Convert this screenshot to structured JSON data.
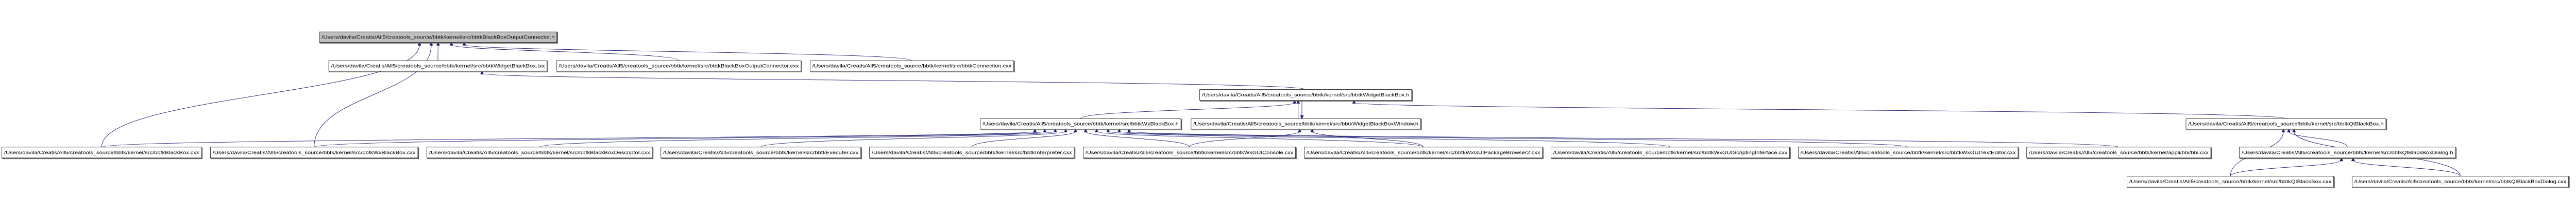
{
  "graph": {
    "type": "include-dependency-graph",
    "colors": {
      "edge": "#191970",
      "root_fill": "#bfbfbf",
      "node_fill": "#ffffff"
    },
    "nodes": [
      {
        "id": "root",
        "label": "/Users/davila/Creatis/All5/creatools_source/bbtk/kernel/src/bbtkBlackBoxOutputConnector.h",
        "root": true
      },
      {
        "id": "widgettxx",
        "label": "/Users/davila/Creatis/All5/creatools_source/bbtk/kernel/src/bbtkWidgetBlackBox.txx"
      },
      {
        "id": "outconncxx",
        "label": "/Users/davila/Creatis/All5/creatools_source/bbtk/kernel/src/bbtkBlackBoxOutputConnector.cxx"
      },
      {
        "id": "conncxx",
        "label": "/Users/davila/Creatis/All5/creatools_source/bbtk/kernel/src/bbtkConnection.cxx"
      },
      {
        "id": "widgeth",
        "label": "/Users/davila/Creatis/All5/creatools_source/bbtk/kernel/src/bbtkWidgetBlackBox.h"
      },
      {
        "id": "wxbbh",
        "label": "/Users/davila/Creatis/All5/creatools_source/bbtk/kernel/src/bbtkWxBlackBox.h"
      },
      {
        "id": "widgetwinh",
        "label": "/Users/davila/Creatis/All5/creatools_source/bbtk/kernel/src/bbtkWidgetBlackBoxWindow.h"
      },
      {
        "id": "qtbbh",
        "label": "/Users/davila/Creatis/All5/creatools_source/bbtk/kernel/src/bbtkQtBlackBox.h"
      },
      {
        "id": "bbcxx",
        "label": "/Users/davila/Creatis/All5/creatools_source/bbtk/kernel/src/bbtkBlackBox.cxx"
      },
      {
        "id": "wxbbcxx",
        "label": "/Users/davila/Creatis/All5/creatools_source/bbtk/kernel/src/bbtkWxBlackBox.cxx"
      },
      {
        "id": "desccxx",
        "label": "/Users/davila/Creatis/All5/creatools_source/bbtk/kernel/src/bbtkBlackBoxDescriptor.cxx"
      },
      {
        "id": "execcxx",
        "label": "/Users/davila/Creatis/All5/creatools_source/bbtk/kernel/src/bbtkExecuter.cxx"
      },
      {
        "id": "interpcxx",
        "label": "/Users/davila/Creatis/All5/creatools_source/bbtk/kernel/src/bbtkInterpreter.cxx"
      },
      {
        "id": "consolecxx",
        "label": "/Users/davila/Creatis/All5/creatools_source/bbtk/kernel/src/bbtkWxGUIConsole.cxx"
      },
      {
        "id": "pkgcxx",
        "label": "/Users/davila/Creatis/All5/creatools_source/bbtk/kernel/src/bbtkWxGUIPackageBrowser2.cxx"
      },
      {
        "id": "scriptcxx",
        "label": "/Users/davila/Creatis/All5/creatools_source/bbtk/kernel/src/bbtkWxGUIScriptingInterface.cxx"
      },
      {
        "id": "editorcxx",
        "label": "/Users/davila/Creatis/All5/creatools_source/bbtk/kernel/src/bbtkWxGUITextEditor.cxx"
      },
      {
        "id": "bbicxx",
        "label": "/Users/davila/Creatis/All5/creatools_source/bbtk/kernel/appli/bbi/bbi.cxx"
      },
      {
        "id": "qtdialogh",
        "label": "/Users/davila/Creatis/All5/creatools_source/bbtk/kernel/src/bbtkQtBlackBoxDialog.h"
      },
      {
        "id": "qtbbcxx",
        "label": "/Users/davila/Creatis/All5/creatools_source/bbtk/kernel/src/bbtkQtBlackBox.cxx"
      },
      {
        "id": "qtdialogcxx",
        "label": "/Users/davila/Creatis/All5/creatools_source/bbtk/kernel/src/bbtkQtBlackBoxDialog.cxx"
      }
    ],
    "edges": [
      [
        "bbcxx",
        "root"
      ],
      [
        "wxbbcxx",
        "root"
      ],
      [
        "widgettxx",
        "root"
      ],
      [
        "outconncxx",
        "root"
      ],
      [
        "conncxx",
        "root"
      ],
      [
        "widgeth",
        "widgettxx"
      ],
      [
        "wxbbh",
        "widgeth"
      ],
      [
        "widgetwinh",
        "widgeth"
      ],
      [
        "widgeth",
        "widgetwinh"
      ],
      [
        "qtbbh",
        "widgeth"
      ],
      [
        "bbcxx",
        "wxbbh"
      ],
      [
        "wxbbcxx",
        "wxbbh"
      ],
      [
        "desccxx",
        "wxbbh"
      ],
      [
        "execcxx",
        "wxbbh"
      ],
      [
        "interpcxx",
        "wxbbh"
      ],
      [
        "consolecxx",
        "wxbbh"
      ],
      [
        "pkgcxx",
        "wxbbh"
      ],
      [
        "scriptcxx",
        "wxbbh"
      ],
      [
        "editorcxx",
        "wxbbh"
      ],
      [
        "bbicxx",
        "wxbbh"
      ],
      [
        "consolecxx",
        "widgetwinh"
      ],
      [
        "pkgcxx",
        "widgetwinh"
      ],
      [
        "qtdialogh",
        "qtbbh"
      ],
      [
        "qtbbcxx",
        "qtbbh"
      ],
      [
        "qtdialogcxx",
        "qtbbh"
      ],
      [
        "qtbbcxx",
        "qtdialogh"
      ],
      [
        "qtdialogcxx",
        "qtdialogh"
      ]
    ]
  }
}
